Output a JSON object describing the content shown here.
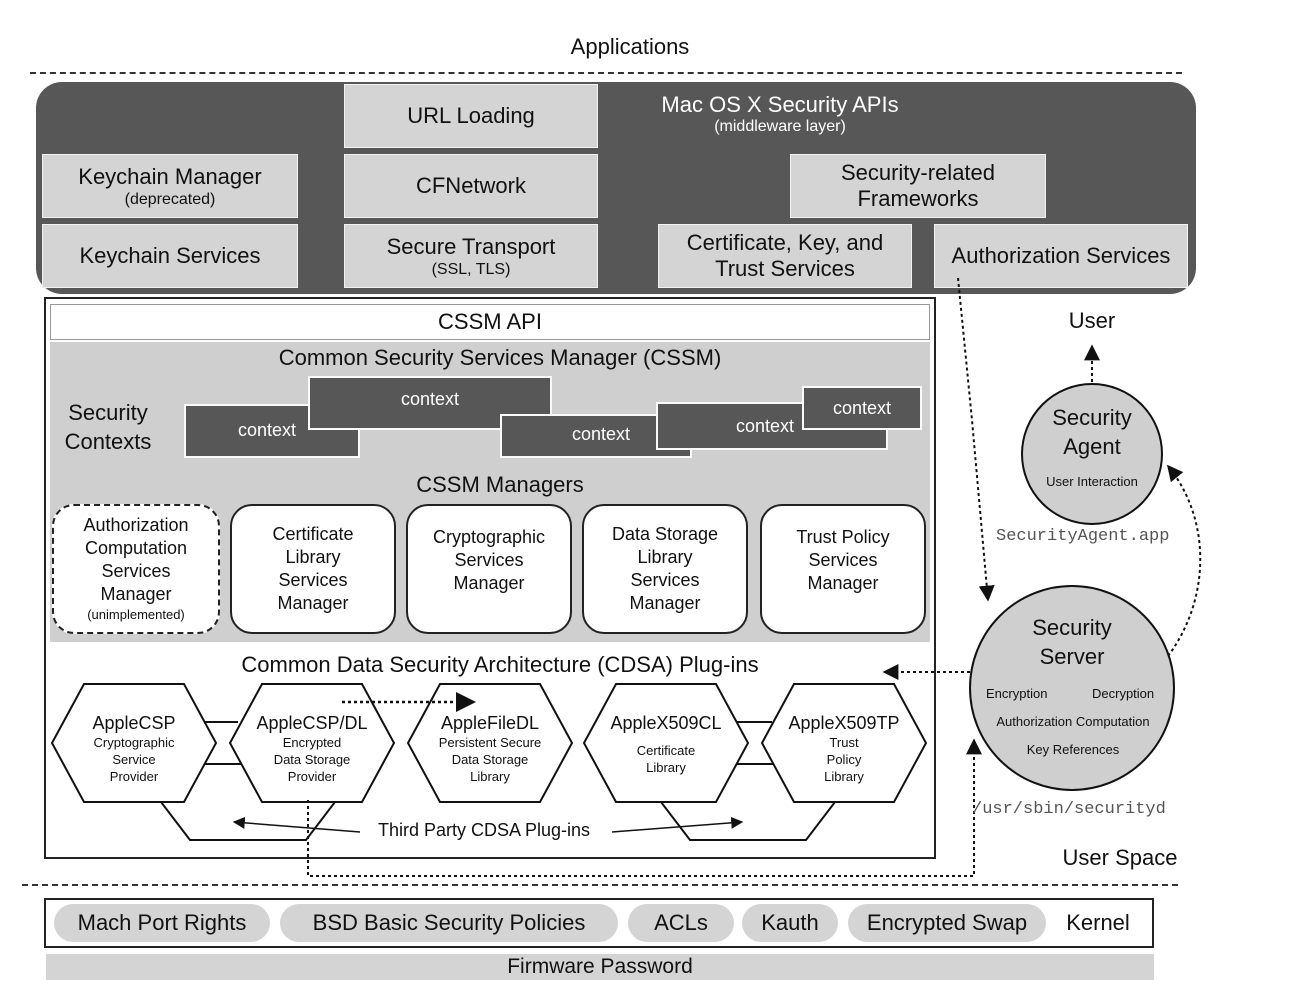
{
  "applications": "Applications",
  "api_layer": {
    "title": "Mac OS X Security APIs",
    "subtitle": "(middleware layer)",
    "url_loading": "URL Loading",
    "cfnetwork": "CFNetwork",
    "secure_transport": "Secure Transport",
    "secure_transport_sub": "(SSL, TLS)",
    "keychain_manager": "Keychain Manager",
    "keychain_manager_sub": "(deprecated)",
    "keychain_services": "Keychain Services",
    "frameworks_line1": "Security-related",
    "frameworks_line2": "Frameworks",
    "cert_line1": "Certificate, Key, and",
    "cert_line2": "Trust Services",
    "authorization_services": "Authorization Services"
  },
  "cssm": {
    "api": "CSSM API",
    "manager_title": "Common Security Services Manager (CSSM)",
    "security_contexts_line1": "Security",
    "security_contexts_line2": "Contexts",
    "context": "context",
    "managers_title": "CSSM Managers",
    "managers": [
      {
        "lines": [
          "Authorization",
          "Computation",
          "Services",
          "Manager"
        ],
        "note": "(unimplemented)"
      },
      {
        "lines": [
          "Certificate",
          "Library",
          "Services",
          "Manager"
        ]
      },
      {
        "lines": [
          "Cryptographic",
          "Services",
          "Manager"
        ]
      },
      {
        "lines": [
          "Data Storage",
          "Library",
          "Services",
          "Manager"
        ]
      },
      {
        "lines": [
          "Trust Policy",
          "Services",
          "Manager"
        ]
      }
    ]
  },
  "cdsa": {
    "title": "Common Data Security Architecture (CDSA) Plug-ins",
    "plugins": [
      {
        "name": "AppleCSP",
        "desc": [
          "Cryptographic",
          "Service",
          "Provider"
        ]
      },
      {
        "name": "AppleCSP/DL",
        "desc": [
          "Encrypted",
          "Data Storage",
          "Provider"
        ]
      },
      {
        "name": "AppleFileDL",
        "desc": [
          "Persistent Secure",
          "Data Storage",
          "Library"
        ]
      },
      {
        "name": "AppleX509CL",
        "desc": [
          "Certificate",
          "Library"
        ]
      },
      {
        "name": "AppleX509TP",
        "desc": [
          "Trust",
          "Policy",
          "Library"
        ]
      }
    ],
    "third_party": "Third Party CDSA Plug-ins"
  },
  "user": "User",
  "security_agent": {
    "line1": "Security",
    "line2": "Agent",
    "sub": "User Interaction",
    "app": "SecurityAgent.app"
  },
  "security_server": {
    "line1": "Security",
    "line2": "Server",
    "encryption": "Encryption",
    "decryption": "Decryption",
    "auth_computation": "Authorization Computation",
    "key_references": "Key References",
    "path": "/usr/sbin/securityd"
  },
  "user_space": "User Space",
  "kernel": {
    "items": [
      "Mach Port Rights",
      "BSD Basic Security Policies",
      "ACLs",
      "Kauth",
      "Encrypted Swap"
    ],
    "label": "Kernel"
  },
  "firmware": "Firmware Password",
  "colors": {
    "dark_gray": "#575757",
    "light_gray": "#d4d4d4",
    "panel_gray": "#cfcfcf"
  }
}
